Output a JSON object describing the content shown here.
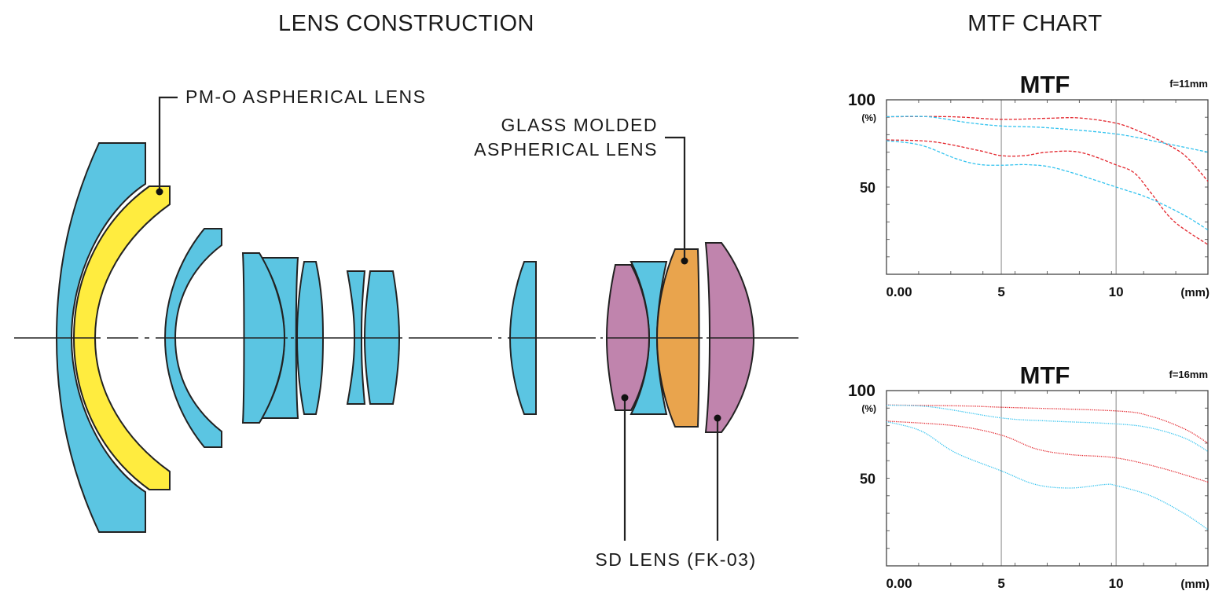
{
  "titles": {
    "lens": "LENS CONSTRUCTION",
    "mtf": "MTF CHART"
  },
  "callouts": {
    "pmo": "PM-O ASPHERICAL LENS",
    "glass_line1": "GLASS MOLDED",
    "glass_line2": "ASPHERICAL LENS",
    "sd": "SD LENS (FK-03)"
  },
  "colors": {
    "standard": "#5bc5e2",
    "pmo": "#ffec3f",
    "glass_molded": "#e9a44d",
    "sd": "#c084ad",
    "red": "#e3262d",
    "cyan": "#33c3ef"
  },
  "chart_data": [
    {
      "type": "line",
      "title": "MTF",
      "subtitle": "f=11mm",
      "ylabel": "(%)",
      "xlabel": "(mm)",
      "xlim": [
        0,
        14
      ],
      "ylim": [
        0,
        100
      ],
      "xticks": [
        "0.00",
        "5",
        "10"
      ],
      "yticks": [
        "100",
        "50"
      ],
      "style": "dashed",
      "series": [
        {
          "name": "red-high",
          "color": "red",
          "points": [
            [
              0,
              90.3
            ],
            [
              2.8,
              90.3
            ],
            [
              5,
              88.8
            ],
            [
              7,
              89.4
            ],
            [
              8.4,
              89.6
            ],
            [
              10,
              86.6
            ],
            [
              11,
              82
            ],
            [
              12,
              76
            ],
            [
              13,
              68
            ],
            [
              14,
              53.3
            ]
          ]
        },
        {
          "name": "cyan-high",
          "color": "cyan",
          "points": [
            [
              0,
              90.3
            ],
            [
              1.8,
              90.3
            ],
            [
              3.5,
              87
            ],
            [
              5,
              85
            ],
            [
              7,
              84
            ],
            [
              10,
              80.4
            ],
            [
              12,
              75.4
            ],
            [
              14,
              70
            ]
          ]
        },
        {
          "name": "red-low",
          "color": "red",
          "points": [
            [
              0,
              77
            ],
            [
              2,
              76
            ],
            [
              4,
              71
            ],
            [
              5,
              68
            ],
            [
              6,
              68
            ],
            [
              7,
              70
            ],
            [
              8.4,
              70
            ],
            [
              10,
              62.7
            ],
            [
              10.8,
              58
            ],
            [
              11.5,
              47
            ],
            [
              12.5,
              30.6
            ],
            [
              14,
              17
            ]
          ]
        },
        {
          "name": "cyan-low",
          "color": "cyan",
          "points": [
            [
              0,
              76.6
            ],
            [
              1.5,
              74
            ],
            [
              3,
              66.4
            ],
            [
              4,
              63
            ],
            [
              5,
              62.5
            ],
            [
              6.2,
              62.8
            ],
            [
              7.5,
              60.4
            ],
            [
              10,
              50
            ],
            [
              11.5,
              43.3
            ],
            [
              13,
              33.6
            ],
            [
              14,
              25.4
            ]
          ]
        }
      ]
    },
    {
      "type": "line",
      "title": "MTF",
      "subtitle": "f=16mm",
      "ylabel": "(%)",
      "xlabel": "(mm)",
      "xlim": [
        0,
        14
      ],
      "ylim": [
        0,
        100
      ],
      "xticks": [
        "0.00",
        "5",
        "10"
      ],
      "yticks": [
        "100",
        "50"
      ],
      "style": "dotted",
      "series": [
        {
          "name": "red-high",
          "color": "red",
          "points": [
            [
              0,
              91.8
            ],
            [
              3.5,
              91.2
            ],
            [
              5,
              90.5
            ],
            [
              10,
              88.4
            ],
            [
              11.5,
              85.4
            ],
            [
              13,
              78
            ],
            [
              14,
              70
            ]
          ]
        },
        {
          "name": "cyan-high",
          "color": "cyan",
          "points": [
            [
              0,
              91.7
            ],
            [
              2,
              90.6
            ],
            [
              5,
              84.4
            ],
            [
              7,
              82.7
            ],
            [
              10,
              81
            ],
            [
              11.5,
              78.7
            ],
            [
              13,
              72.8
            ],
            [
              14,
              65.3
            ]
          ]
        },
        {
          "name": "red-low",
          "color": "red",
          "points": [
            [
              0,
              82.6
            ],
            [
              3,
              79.9
            ],
            [
              5,
              74.6
            ],
            [
              6.5,
              66.8
            ],
            [
              8,
              63.5
            ],
            [
              10,
              61.6
            ],
            [
              12,
              55.7
            ],
            [
              14,
              47.8
            ]
          ]
        },
        {
          "name": "cyan-low",
          "color": "cyan",
          "points": [
            [
              0,
              82.3
            ],
            [
              1.5,
              77
            ],
            [
              3,
              64.6
            ],
            [
              5,
              54.2
            ],
            [
              6.5,
              46.4
            ],
            [
              8,
              44.4
            ],
            [
              9.5,
              46.4
            ],
            [
              10,
              45.8
            ],
            [
              11.5,
              40
            ],
            [
              13,
              29.6
            ],
            [
              14,
              20.7
            ]
          ]
        }
      ]
    }
  ]
}
